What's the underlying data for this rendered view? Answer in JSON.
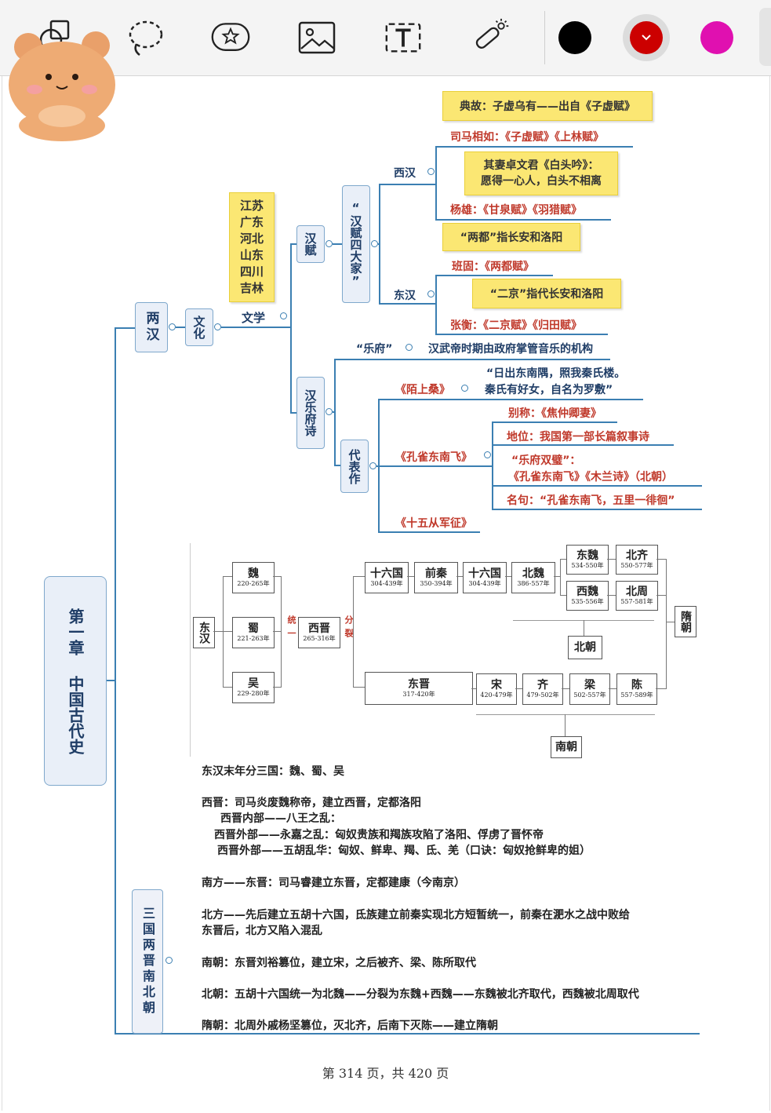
{
  "toolbar": {
    "tools": [
      "shape-tool",
      "lasso-tool",
      "sticker-tool",
      "image-tool",
      "text-tool",
      "laser-pointer-tool"
    ],
    "colors": [
      "#000000",
      "#cc0000",
      "#e010b0"
    ]
  },
  "mindmap": {
    "chapter": "第一章 中国古代史",
    "chapter_line1": "第",
    "chapter_line2": "一",
    "chapter_line3": "章",
    "chapter_line4": "中国古代史",
    "lianghan": "两汉",
    "wenhua": "文化",
    "wenxue": "文学",
    "provinces": [
      "江苏",
      "广东",
      "河北",
      "山东",
      "四川",
      "吉林"
    ],
    "hanfu": "汉赋",
    "hanfu_sidajia": "“汉赋四大家”",
    "xihan": "西汉",
    "donghan": "东汉",
    "note_dianggu": "典故：子虚乌有——出自《子虚赋》",
    "simaxiangru": "司马相如：《子虚赋》《上林赋》",
    "note_zhuowenjun_1": "其妻卓文君《白头吟》：",
    "note_zhuowenjun_2": "愿得一心人，白头不相离",
    "yangxiong": "杨雄：《甘泉赋》《羽猎赋》",
    "note_liangdu": "“两都”指长安和洛阳",
    "bangu": "班固：《两都赋》",
    "note_erjing": "“二京”指代长安和洛阳",
    "zhangheng": "张衡：《二京赋》《归田赋》",
    "hanyuefushi": "汉乐府诗",
    "yuefu": "“乐府”",
    "yuefu_def": "汉武帝时期由政府掌管音乐的机构",
    "daibiaozuo": "代表作",
    "moshangsang": "《陌上桑》",
    "moshangsang_q1": "“日出东南隅，照我秦氏楼。",
    "moshangsang_q2": "秦氏有好女，自名为罗敷”",
    "kongque": "《孔雀东南飞》",
    "kq_biecheng": "别称：《焦仲卿妻》",
    "kq_diwei": "地位：我国第一部长篇叙事诗",
    "kq_shuangbi_1": "“乐府双璧”：",
    "kq_shuangbi_2": "《孔雀东南飞》《木兰诗》（北朝）",
    "kq_mingju": "名句：“孔雀东南飞，五里一徘徊”",
    "shiwu": "《十五从军征》",
    "sanguo_title": "三国两晋南北朝"
  },
  "dynasty_diagram": {
    "donghan": "东汉",
    "wei": {
      "name": "魏",
      "years": "220-265年"
    },
    "shu": {
      "name": "蜀",
      "years": "221-263年"
    },
    "wu": {
      "name": "吴",
      "years": "229-280年"
    },
    "tong": "统一",
    "xijin": {
      "name": "西晋",
      "years": "265-316年"
    },
    "fen": "分裂",
    "shiliuguo1": {
      "name": "十六国",
      "years": "304-439年"
    },
    "qianqin": {
      "name": "前秦",
      "years": "350-394年"
    },
    "shiliuguo2": {
      "name": "十六国",
      "years": "304-439年"
    },
    "beiwei": {
      "name": "北魏",
      "years": "386-557年"
    },
    "dongwei": {
      "name": "东魏",
      "years": "534-550年"
    },
    "xiwei": {
      "name": "西魏",
      "years": "535-556年"
    },
    "beiqi": {
      "name": "北齐",
      "years": "550-577年"
    },
    "beizhou": {
      "name": "北周",
      "years": "557-581年"
    },
    "beichao": "北朝",
    "suichao": "隋朝",
    "dongjin": {
      "name": "东晋",
      "years": "317-420年"
    },
    "song": {
      "name": "宋",
      "years": "420-479年"
    },
    "qi": {
      "name": "齐",
      "years": "479-502年"
    },
    "liang": {
      "name": "梁",
      "years": "502-557年"
    },
    "chen": {
      "name": "陈",
      "years": "557-589年"
    },
    "nanchao": "南朝"
  },
  "notes_text": [
    "东汉末年分三国：魏、蜀、吴",
    "西晋：司马炎废魏称帝，建立西晋，定都洛阳",
    "西晋内部——八王之乱：",
    "西晋外部——永嘉之乱：匈奴贵族和羯族攻陷了洛阳、俘虏了晋怀帝",
    "西晋外部——五胡乱华：匈奴、鲜卑、羯、氐、羌（口诀：匈奴抢鲜卑的姐）",
    "南方——东晋：司马睿建立东晋，定都建康（今南京）",
    "北方——先后建立五胡十六国，氐族建立前秦实现北方短暂统一，前秦在淝水之战中败给",
    "东晋后，北方又陷入混乱",
    "南朝：东晋刘裕篡位，建立宋，之后被齐、梁、陈所取代",
    "北朝：五胡十六国统一为北魏——分裂为东魏+西魏——东魏被北齐取代，西魏被北周取代",
    "隋朝：北周外戚杨坚篡位，灭北齐，后南下灭陈——建立隋朝"
  ],
  "footer": {
    "page_indicator": "第 314 页，共 420 页"
  }
}
